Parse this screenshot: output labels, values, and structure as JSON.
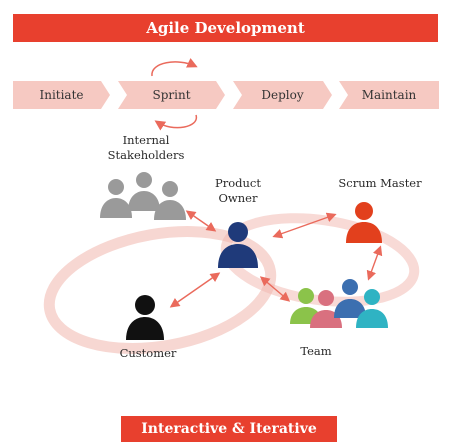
{
  "header": {
    "title": "Agile Development"
  },
  "footer": {
    "title": "Interactive & Iterative"
  },
  "process": {
    "steps": [
      "Initiate",
      "Sprint",
      "Deploy",
      "Maintain"
    ]
  },
  "roles": {
    "internal_stakeholders": "Internal Stakeholders",
    "product_owner": "Product Owner",
    "scrum_master": "Scrum Master",
    "customer": "Customer",
    "team": "Team"
  },
  "colors": {
    "accent": "#e8402e",
    "step_fill": "#f6c9c2",
    "loop": "#f1b6ad",
    "stakeholder_gray": "#9a9a9a",
    "product_owner_navy": "#1f3a7a",
    "scrum_master_red": "#e2401d",
    "customer_black": "#111111",
    "team_green": "#8bc34a",
    "team_pink": "#d9707f",
    "team_blue": "#3c6fb0",
    "team_teal": "#2fb3c3"
  }
}
